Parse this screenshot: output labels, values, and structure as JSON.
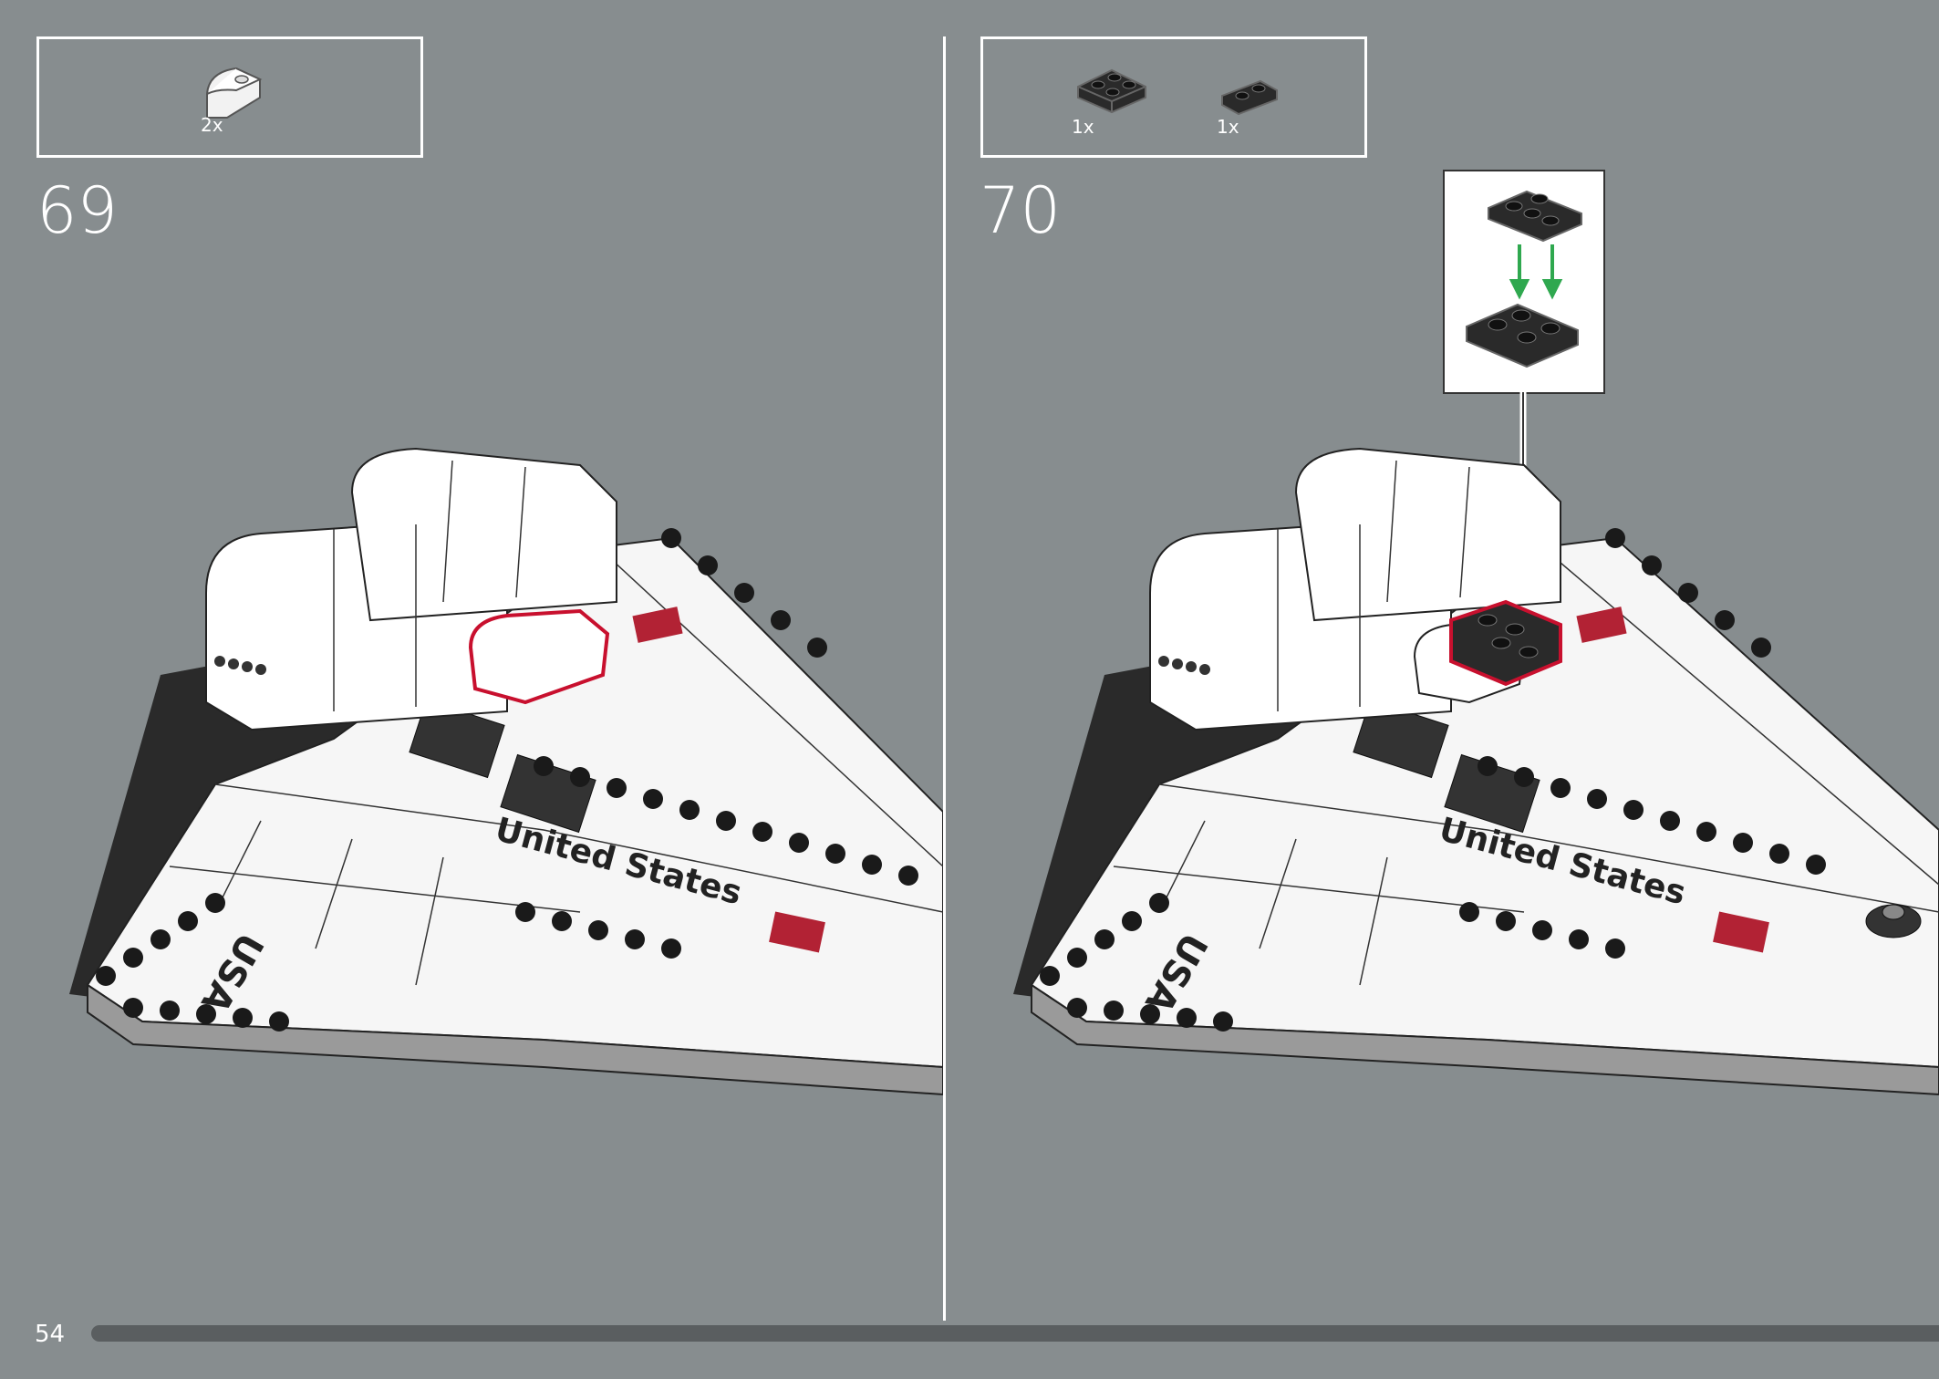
{
  "page": {
    "number": "54"
  },
  "steps": [
    {
      "number": "69",
      "parts": [
        {
          "qty": "2x",
          "part": "white-curved-slope"
        }
      ],
      "model_labels": [
        "USA",
        "United States"
      ]
    },
    {
      "number": "70",
      "parts": [
        {
          "qty": "1x",
          "part": "black-plate-2x2"
        },
        {
          "qty": "1x",
          "part": "black-plate-1x2"
        }
      ],
      "model_labels": [
        "USA",
        "United States"
      ]
    }
  ],
  "colors": {
    "background": "#878d8f",
    "highlight": "#c8102e",
    "arrow": "#2fa84f",
    "frame": "#ffffff"
  }
}
